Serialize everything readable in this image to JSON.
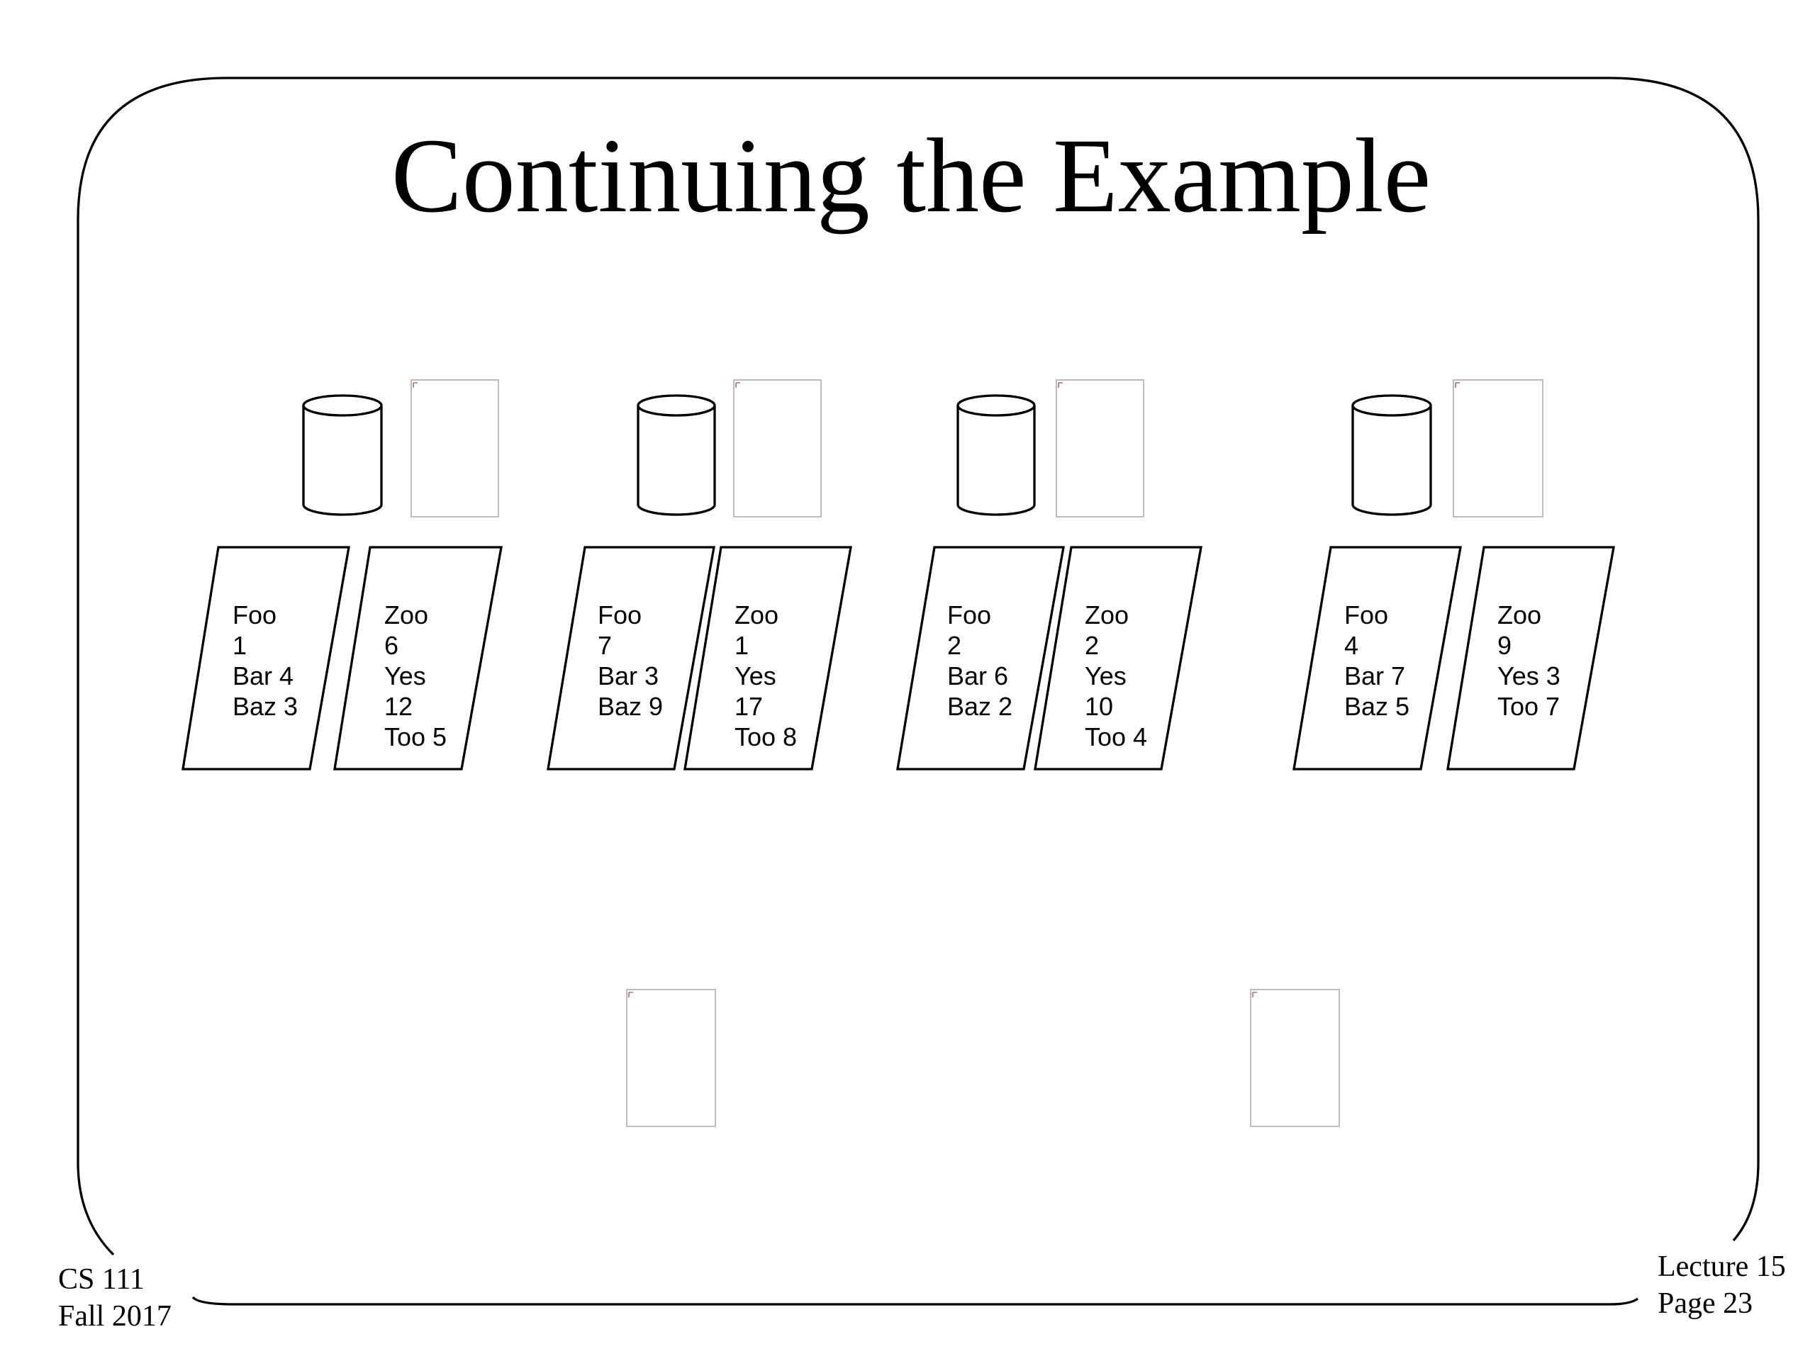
{
  "slide": {
    "title": "Continuing the Example",
    "footer_left": [
      "CS 111",
      "Fall 2017"
    ],
    "footer_right": [
      "Lecture 15",
      "Page 23"
    ]
  },
  "nodes": [
    {
      "cards": [
        [
          "Foo",
          "1",
          "Bar 4",
          "Baz 3"
        ],
        [
          "Zoo",
          "6",
          "Yes",
          "12",
          "Too 5"
        ]
      ]
    },
    {
      "cards": [
        [
          "Foo",
          "7",
          "Bar 3",
          "Baz 9"
        ],
        [
          "Zoo",
          "1",
          "Yes",
          "17",
          "Too 8"
        ]
      ]
    },
    {
      "cards": [
        [
          "Foo",
          "2",
          "Bar 6",
          "Baz 2"
        ],
        [
          "Zoo",
          "2",
          "Yes",
          "10",
          "Too 4"
        ]
      ]
    },
    {
      "cards": [
        [
          "Foo",
          "4",
          "Bar 7",
          "Baz 5"
        ],
        [
          "Zoo",
          "9",
          "Yes 3",
          "Too 7"
        ]
      ]
    }
  ]
}
